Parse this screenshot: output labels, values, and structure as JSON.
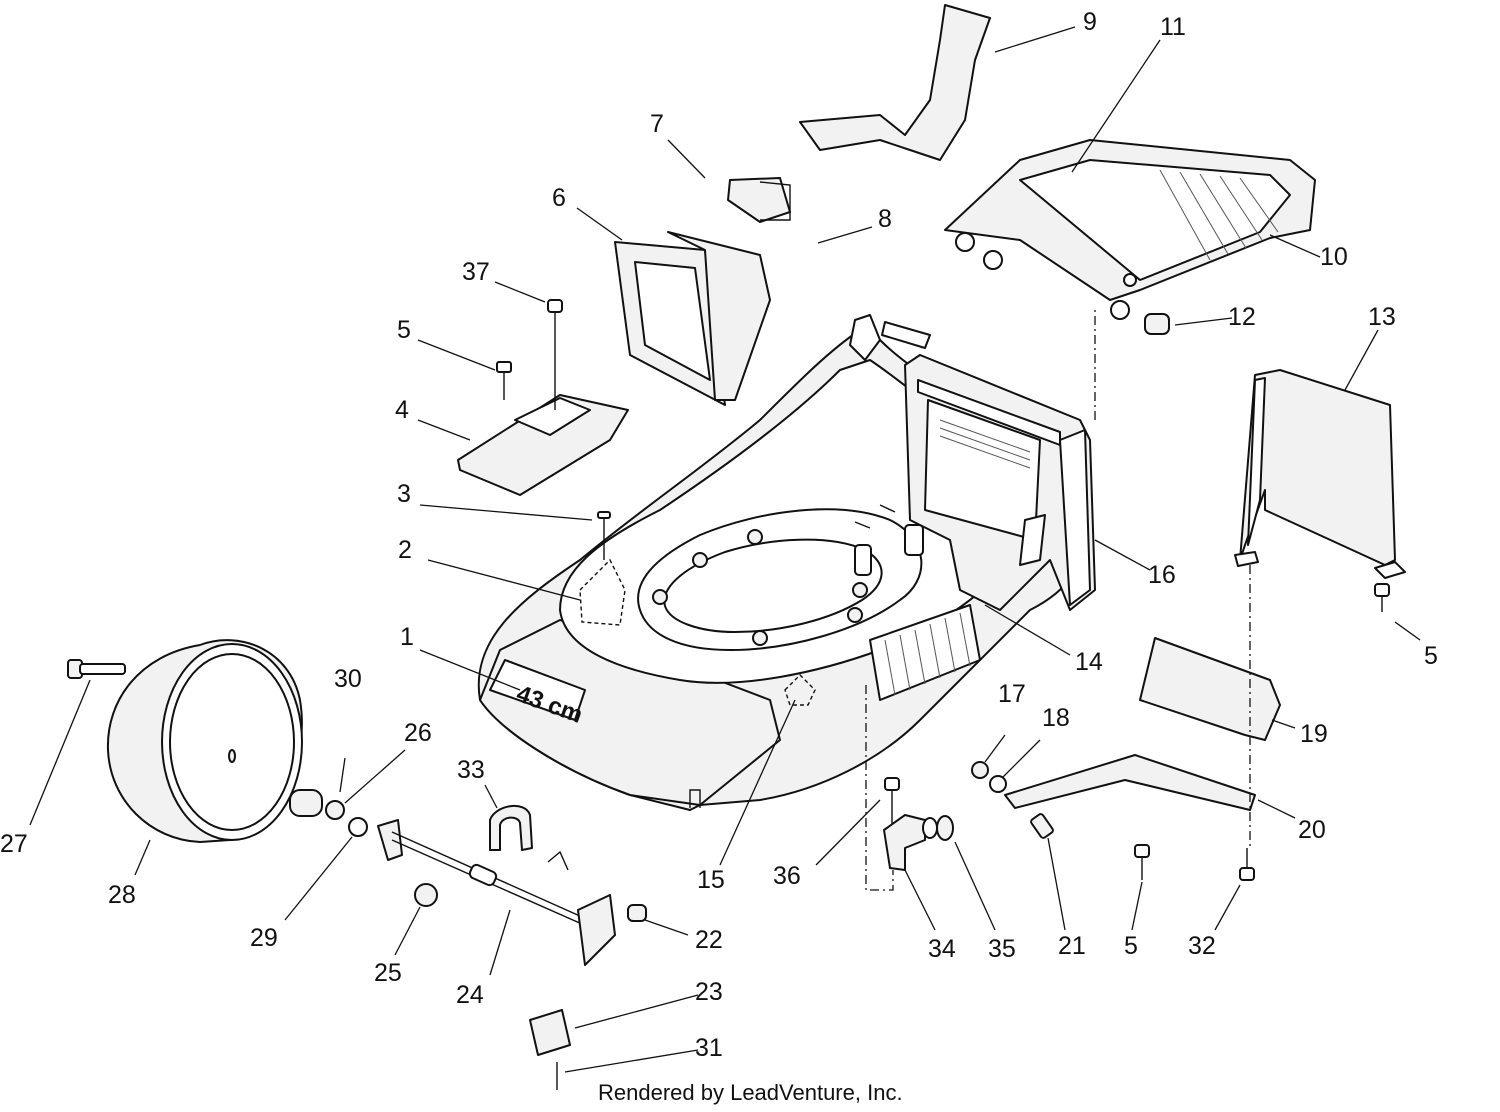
{
  "diagram": {
    "deck_marking": "43 cm",
    "credit": "Rendered by LeadVenture, Inc.",
    "callouts": [
      {
        "id": "c1",
        "label": "1"
      },
      {
        "id": "c2",
        "label": "2"
      },
      {
        "id": "c3",
        "label": "3"
      },
      {
        "id": "c4",
        "label": "4"
      },
      {
        "id": "c5a",
        "label": "5"
      },
      {
        "id": "c5b",
        "label": "5"
      },
      {
        "id": "c5c",
        "label": "5"
      },
      {
        "id": "c6",
        "label": "6"
      },
      {
        "id": "c7",
        "label": "7"
      },
      {
        "id": "c8",
        "label": "8"
      },
      {
        "id": "c9",
        "label": "9"
      },
      {
        "id": "c10",
        "label": "10"
      },
      {
        "id": "c11",
        "label": "11"
      },
      {
        "id": "c12",
        "label": "12"
      },
      {
        "id": "c13",
        "label": "13"
      },
      {
        "id": "c14",
        "label": "14"
      },
      {
        "id": "c15",
        "label": "15"
      },
      {
        "id": "c16",
        "label": "16"
      },
      {
        "id": "c17",
        "label": "17"
      },
      {
        "id": "c18",
        "label": "18"
      },
      {
        "id": "c19",
        "label": "19"
      },
      {
        "id": "c20",
        "label": "20"
      },
      {
        "id": "c21",
        "label": "21"
      },
      {
        "id": "c22",
        "label": "22"
      },
      {
        "id": "c23",
        "label": "23"
      },
      {
        "id": "c24",
        "label": "24"
      },
      {
        "id": "c25",
        "label": "25"
      },
      {
        "id": "c26",
        "label": "26"
      },
      {
        "id": "c27",
        "label": "27"
      },
      {
        "id": "c28",
        "label": "28"
      },
      {
        "id": "c29",
        "label": "29"
      },
      {
        "id": "c30",
        "label": "30"
      },
      {
        "id": "c31",
        "label": "31"
      },
      {
        "id": "c32",
        "label": "32"
      },
      {
        "id": "c33",
        "label": "33"
      },
      {
        "id": "c34",
        "label": "34"
      },
      {
        "id": "c35",
        "label": "35"
      },
      {
        "id": "c36",
        "label": "36"
      },
      {
        "id": "c37",
        "label": "37"
      }
    ]
  }
}
